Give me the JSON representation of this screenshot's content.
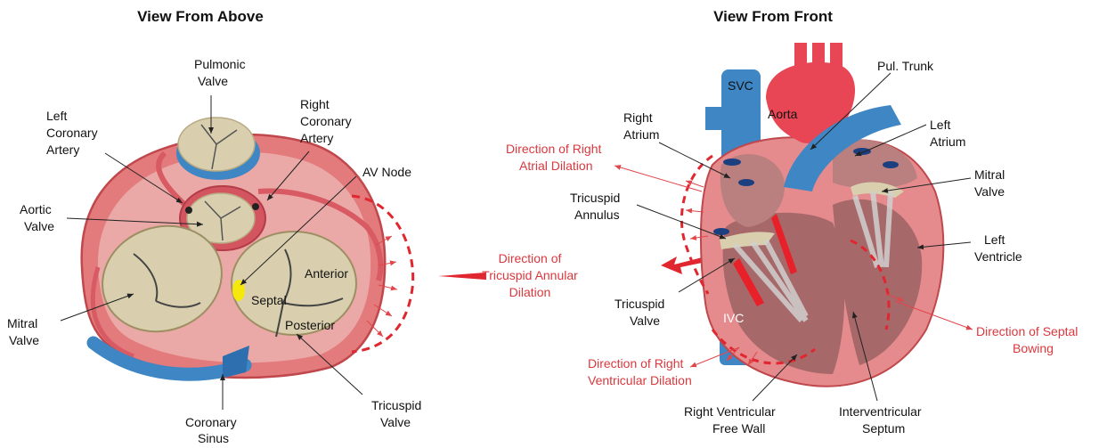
{
  "titles": {
    "above": "View From Above",
    "front": "View From Front"
  },
  "above": {
    "pulmonic_valve": [
      "Pulmonic",
      "Valve"
    ],
    "left_coronary_artery": [
      "Left",
      "Coronary",
      "Artery"
    ],
    "right_coronary_artery": [
      "Right",
      "Coronary",
      "Artery"
    ],
    "av_node": [
      "AV Node"
    ],
    "aortic_valve": [
      "Aortic",
      "Valve"
    ],
    "mitral_valve": [
      "Mitral",
      "Valve"
    ],
    "coronary_sinus": [
      "Coronary",
      "Sinus"
    ],
    "tricuspid_valve": [
      "Tricuspid",
      "Valve"
    ],
    "leaflet_anterior": "Anterior",
    "leaflet_septal": "Septal",
    "leaflet_posterior": "Posterior"
  },
  "center": {
    "tricuspid_annular_dilation": [
      "Direction of",
      "Tricuspid Annular",
      "Dilation"
    ]
  },
  "front": {
    "svc": "SVC",
    "aorta": "Aorta",
    "ivc": "IVC",
    "pul_trunk": [
      "Pul. Trunk"
    ],
    "right_atrium": [
      "Right",
      "Atrium"
    ],
    "left_atrium": [
      "Left",
      "Atrium"
    ],
    "right_atrial_dilation": [
      "Direction of Right",
      "Atrial Dilation"
    ],
    "tricuspid_annulus": [
      "Tricuspid",
      "Annulus"
    ],
    "mitral_valve": [
      "Mitral",
      "Valve"
    ],
    "left_ventricle": [
      "Left",
      "Ventricle"
    ],
    "tricuspid_valve": [
      "Tricuspid",
      "Valve"
    ],
    "septal_bowing": [
      "Direction of Septal",
      "Bowing"
    ],
    "right_ventricular_dilation": [
      "Direction of Right",
      "Ventricular Dilation"
    ],
    "rv_free_wall": [
      "Right Ventricular",
      "Free Wall"
    ],
    "interventricular_septum": [
      "Interventricular",
      "Septum"
    ]
  },
  "colors": {
    "muscle": "#e0777a",
    "muscle_dark": "#c0474b",
    "vessel_red": "#e84555",
    "vessel_blue": "#3f86c4",
    "valve": "#d9cfae",
    "annotation_red": "#d9383e"
  }
}
